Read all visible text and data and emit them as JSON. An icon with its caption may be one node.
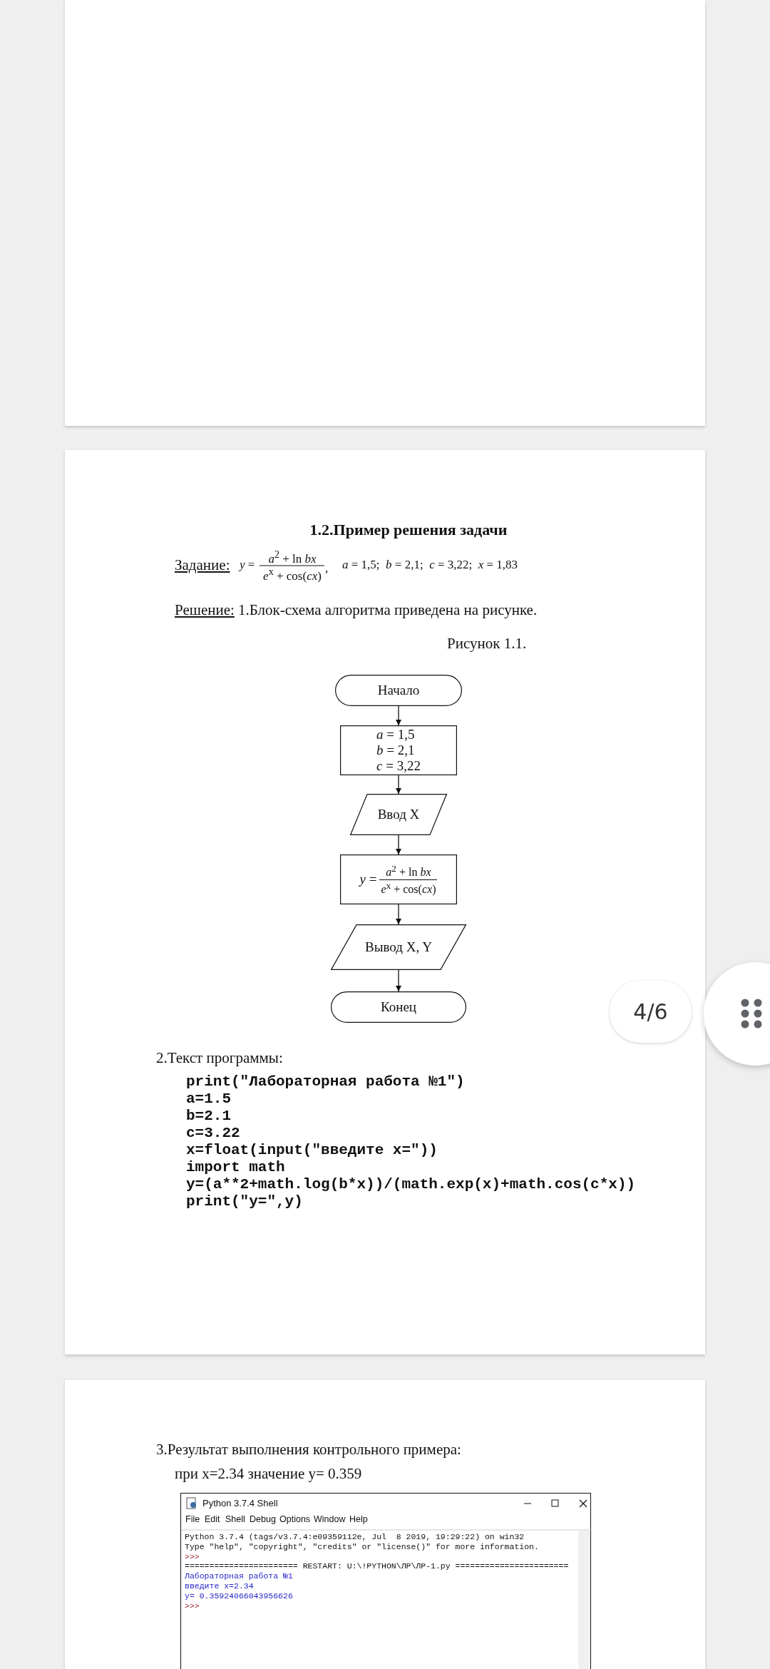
{
  "diagram": {
    "title": "1.2.Пример решения задачи",
    "nodes": [
      {
        "text": [
          "Начало"
        ]
      },
      {
        "text": [
          "*a* = 1,5",
          "*b* = 2,1",
          "*c* = 3,22"
        ]
      },
      {
        "text": [
          "Ввод X"
        ]
      },
      {
        "text": [
          "*y* =",
          "*a*$^{2}$ + ln *bx*",
          "*e*$^{x}$ + cos(*cx*)"
        ]
      },
      {
        "text": [
          "Вывод X, Y"
        ]
      },
      {
        "text": [
          "Конец"
        ]
      }
    ],
    "edges": [
      {
        "from": 0,
        "to": 1,
        "arrow": "to"
      },
      {
        "from": 1,
        "to": 2,
        "arrow": "to"
      },
      {
        "from": 2,
        "to": 3,
        "arrow": "to"
      },
      {
        "from": 3,
        "to": 4,
        "arrow": "to"
      },
      {
        "from": 4,
        "to": 5,
        "arrow": "to"
      }
    ],
    "labels": [
      "Задание:",
      "*y* =",
      "*a*$^{2}$ + ln *bx*",
      "*e*$^{x}$ + cos(*cx*)",
      ",",
      "*a* = 1,5;  *b* = 2,1;  *c* = 3,22;  *x* = 1,83",
      "Решение:",
      "1.Блок-схема алгоритма приведена на рисунке.",
      "Рисунок 1.1.",
      "2.Текст программы:",
      "print(\"Лабораторная работа №1\")",
      "a=1.5",
      "b=2.1",
      "c=3.22",
      "x=float(input(\"введите x=\"))",
      "import math",
      "y=(a**2+math.log(b*x))/(math.exp(x)+math.cos(c*x))",
      "print(\"y=\",y)",
      "4/6",
      "3.Результат выполнения контрольного примера:",
      "при x=2.34 значение y= 0.359",
      "Python 3.7.4 Shell",
      "File",
      "Edit",
      "Shell",
      "Debug",
      "Options",
      "Window",
      "Help",
      "Python 3.7.4 (tags/v3.7.4:e09359112e, Jul  8 2019, 19:29:22) on win32",
      "Type \"help\", \"copyright\", \"credits\" or \"license()\" for more information.",
      ">>>",
      "======================= RESTART: U:\\!PYTHON\\ЛР\\ЛР-1.py =======================",
      "Лабораторная работа №1",
      "введите x=2.34",
      "y= 0.35924066043956626",
      ">>>"
    ]
  }
}
